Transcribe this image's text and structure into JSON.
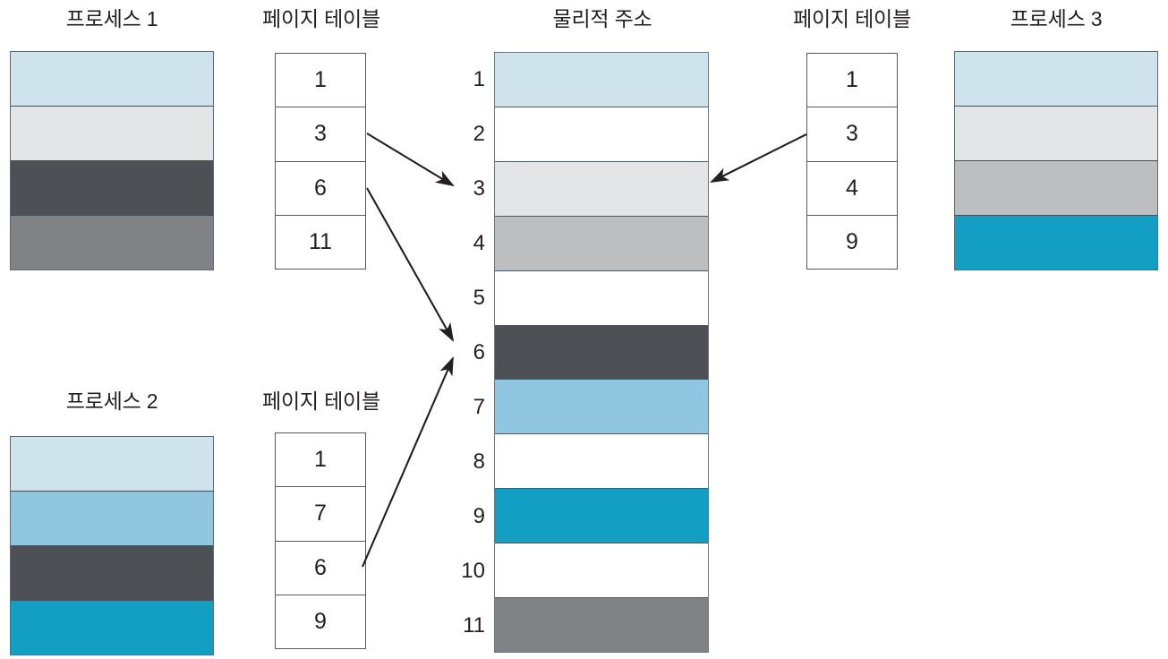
{
  "diagram": {
    "title_physical": "물리적 주소",
    "palette": {
      "light_blue": "#cfe3ec",
      "medium_blue": "#90c6e0",
      "teal": "#139ec4",
      "light_gray": "#e4e5e7",
      "mid_light_gray": "#bcbec0",
      "mid_gray": "#808285",
      "dark_gray": "#4d5156",
      "white": "#ffffff",
      "border": "#58595b",
      "arrow": "#231f20"
    }
  },
  "process1": {
    "title": "프로세스 1",
    "segments": [
      {
        "name": "page-0",
        "color": "#cfe3ec"
      },
      {
        "name": "page-1",
        "color": "#e4e5e7"
      },
      {
        "name": "page-2",
        "color": "#4d5156"
      },
      {
        "name": "page-3",
        "color": "#808285"
      }
    ]
  },
  "process2": {
    "title": "프로세스 2",
    "segments": [
      {
        "name": "page-0",
        "color": "#cfe3ec"
      },
      {
        "name": "page-1",
        "color": "#90c6e0"
      },
      {
        "name": "page-2",
        "color": "#4d5156"
      },
      {
        "name": "page-3",
        "color": "#139ec4"
      }
    ]
  },
  "process3": {
    "title": "프로세스 3",
    "segments": [
      {
        "name": "page-0",
        "color": "#cfe3ec"
      },
      {
        "name": "page-1",
        "color": "#e4e5e7"
      },
      {
        "name": "page-2",
        "color": "#bcbec0"
      },
      {
        "name": "page-3",
        "color": "#139ec4"
      }
    ]
  },
  "page_table1": {
    "title": "페이지 테이블",
    "entries": [
      "1",
      "3",
      "6",
      "11"
    ]
  },
  "page_table2": {
    "title": "페이지 테이블",
    "entries": [
      "1",
      "7",
      "6",
      "9"
    ]
  },
  "page_table3": {
    "title": "페이지 테이블",
    "entries": [
      "1",
      "3",
      "4",
      "9"
    ]
  },
  "physical_memory": {
    "title": "물리적 주소",
    "frames": [
      {
        "label": "1",
        "color": "#cfe3ec"
      },
      {
        "label": "2",
        "color": "#ffffff"
      },
      {
        "label": "3",
        "color": "#e4e5e7"
      },
      {
        "label": "4",
        "color": "#bcbec0"
      },
      {
        "label": "5",
        "color": "#ffffff"
      },
      {
        "label": "6",
        "color": "#4d5156"
      },
      {
        "label": "7",
        "color": "#90c6e0"
      },
      {
        "label": "8",
        "color": "#ffffff"
      },
      {
        "label": "9",
        "color": "#139ec4"
      },
      {
        "label": "10",
        "color": "#ffffff"
      },
      {
        "label": "11",
        "color": "#808285"
      }
    ]
  },
  "arrows": [
    {
      "name": "arrow-pt1-entry3-to-frame3",
      "from": "page_table1.entries.1",
      "to": "physical_memory.frames.2"
    },
    {
      "name": "arrow-pt1-entry6-to-frame6",
      "from": "page_table1.entries.2",
      "to": "physical_memory.frames.5"
    },
    {
      "name": "arrow-pt2-entry6-to-frame6",
      "from": "page_table2.entries.2",
      "to": "physical_memory.frames.5"
    },
    {
      "name": "arrow-pt3-entry3-to-frame3",
      "from": "page_table3.entries.1",
      "to": "physical_memory.frames.2"
    }
  ]
}
